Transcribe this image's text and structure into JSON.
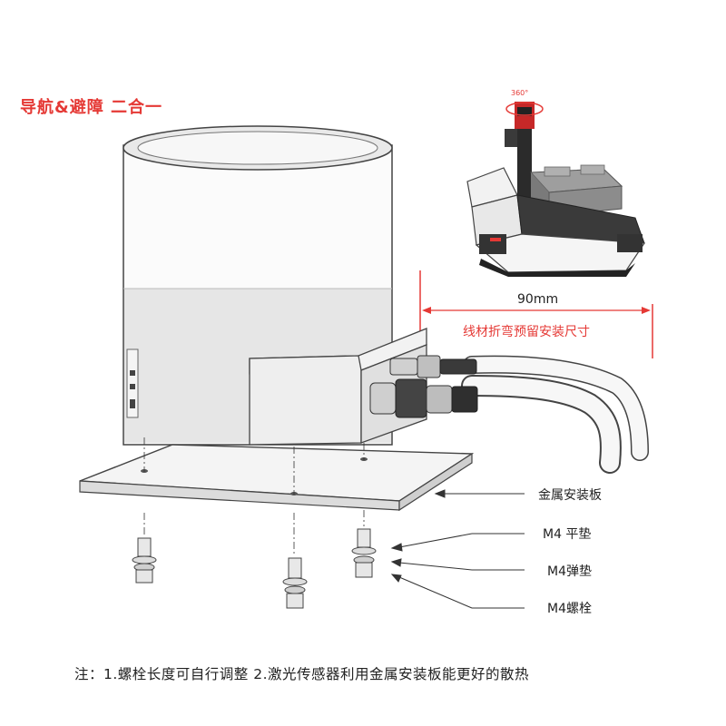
{
  "title": "导航&避障 二合一",
  "robot_badge": "360°",
  "dimension": {
    "value": "90mm",
    "note": "线材折弯预留安装尺寸"
  },
  "callouts": {
    "plate": "金属安装板",
    "flat_washer": "M4 平垫",
    "spring_washer": "M4弹垫",
    "bolt": "M4螺栓"
  },
  "footnote": "注：1.螺栓长度可自行调整    2.激光传感器利用金属安装板能更好的散热",
  "colors": {
    "accent": "#e53935",
    "line": "#333333"
  }
}
